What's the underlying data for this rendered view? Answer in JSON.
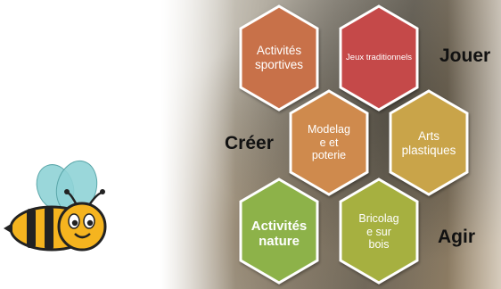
{
  "hexagons": [
    {
      "id": "activites-sportives",
      "text": "Activités sportives",
      "color": "#c8714a"
    },
    {
      "id": "jeux-traditionnels",
      "text": "Jeux traditionnels",
      "color": "#c54a4a"
    },
    {
      "id": "modelage-poterie",
      "text": "Modelag\ne et\npoterie",
      "color": "#cf8a4e"
    },
    {
      "id": "arts-plastiques",
      "text": "Arts plastiques",
      "color": "#c9a44a"
    },
    {
      "id": "activites-nature",
      "text": "Activités nature",
      "color": "#8db24a"
    },
    {
      "id": "bricolage-bois",
      "text": "Bricolag\ne sur\nbois",
      "color": "#a6b040"
    }
  ],
  "labels": {
    "jouer": "Jouer",
    "creer": "Créer",
    "agir": "Agir"
  },
  "mascot": {
    "name": "bee-icon",
    "wing_color": "#8fd3d6",
    "body_color": "#f5b41f",
    "stripe_color": "#222222"
  }
}
